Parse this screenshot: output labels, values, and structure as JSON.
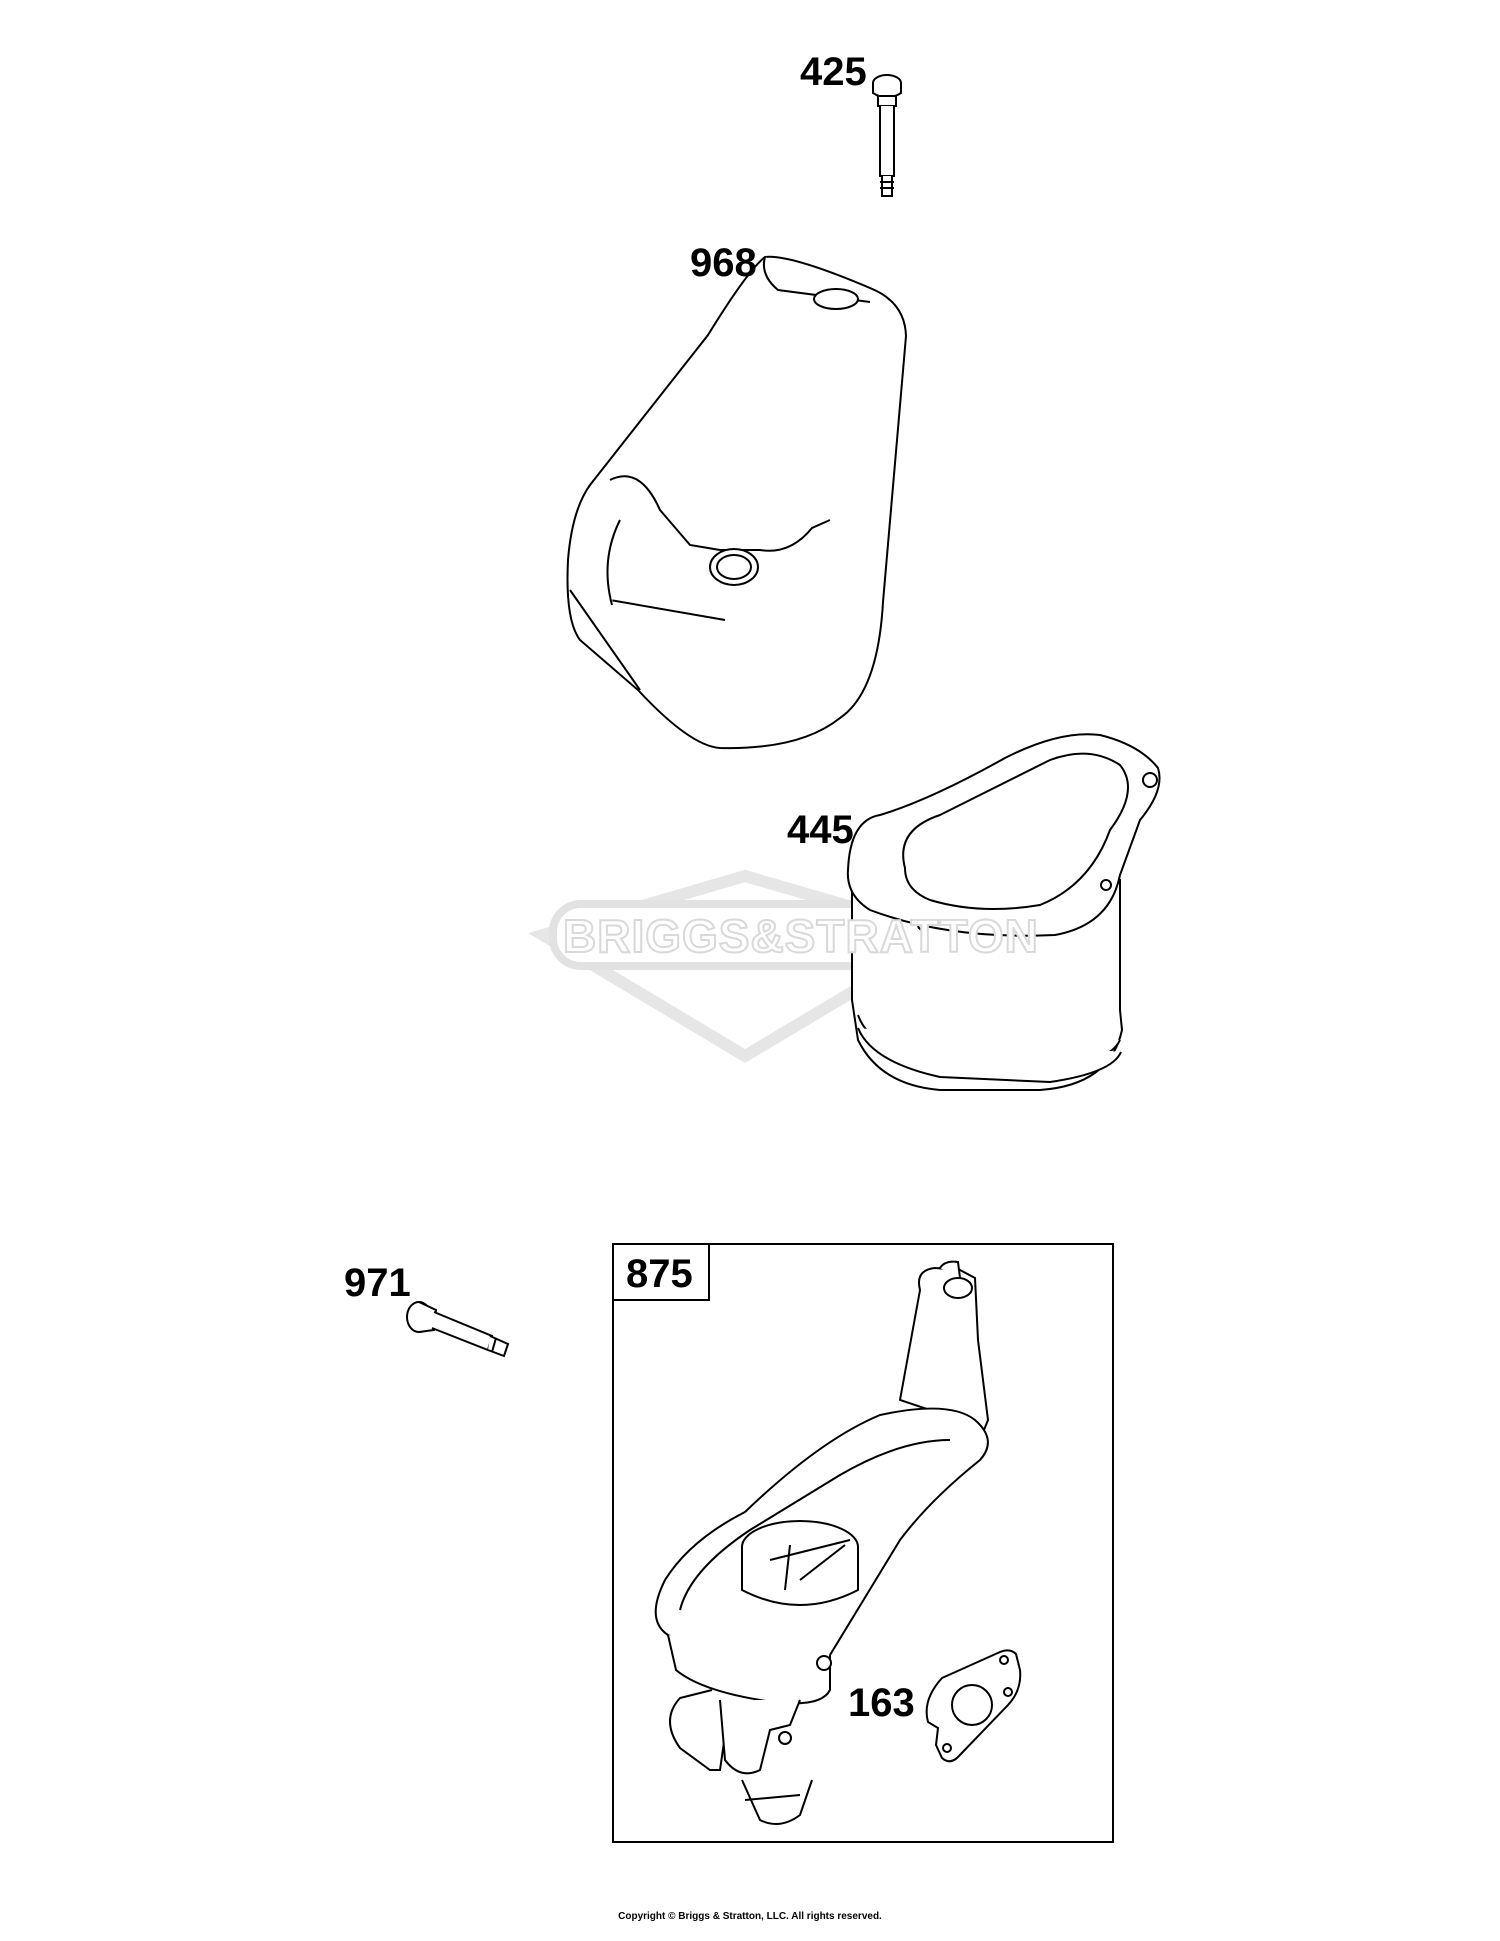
{
  "watermark": {
    "text": "BRIGGS&STRATTON"
  },
  "parts": [
    {
      "number": "425",
      "icon": "bolt-icon"
    },
    {
      "number": "968",
      "icon": "air-cleaner-cover-icon"
    },
    {
      "number": "445",
      "icon": "air-filter-cartridge-icon"
    },
    {
      "number": "971",
      "icon": "screw-icon"
    },
    {
      "number": "875",
      "icon": "air-cleaner-base-icon"
    },
    {
      "number": "163",
      "icon": "gasket-icon"
    }
  ],
  "footer": {
    "copyright": "Copyright © Briggs & Stratton, LLC. All rights reserved."
  }
}
